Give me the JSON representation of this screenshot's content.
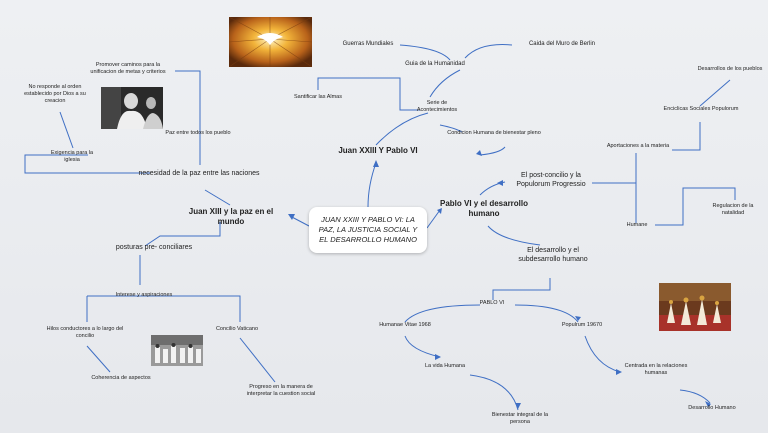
{
  "central": "JUAN XXIII Y PABLO VI: LA PAZ, LA JUSTICIA SOCIAL Y EL DESARROLLO HUMANO",
  "top_branch": {
    "title": "Juan XXIII Y Pablo VI",
    "guia": "Guia de la Humanidad",
    "guerras": "Guerras Mundiales",
    "caida": "Caida del Muro de Berlin",
    "serie": "Serie de Acontecimientos",
    "santificar": "Santificar las Almas",
    "condicion": "Condicion Humana de bienestar pleno"
  },
  "left_branch": {
    "title": "Juan XIII y la paz en el mundo",
    "necesidad": "necesidad de la paz entre las naciones",
    "paz_todos": "Paz entre todos los pueblo",
    "promover": "Promover caminos para la unificacion de metas y criterios",
    "no_responde": "No responde al orden establecido por Dios a su creacion",
    "exigencia": "Exigencia para la iglesia",
    "posturas": "posturas pre- conciliares",
    "interese": "Interese y aspiraciones",
    "hilos": "Hilos conductores a lo largo del concilio",
    "concilio": "Concilio Vaticano",
    "coherencia": "Coherencia de aspectos",
    "progreso": "Progreso en la manera de interpretar la cuestion social"
  },
  "right_branch": {
    "title": "Pablo VI y el desarrollo humano",
    "postconcilio": "El post-concilio y la Populorum Progressio",
    "aportaciones": "Aportaciones a la materia",
    "enciclicas": "Enciclicas Sociales Populorum",
    "desarrollos": "Desarrollos de los pueblos",
    "humane": "Humane",
    "regulacion": "Regulacion de la natalidad",
    "desarrollo_sub": "El desarrollo y el subdesarrollo humano",
    "pablo_vi": "PABLO VI",
    "humanae_vitae": "Humanae Vitae 1968",
    "vida_humana": "La vida Humana",
    "bienestar": "Bienestar integral de la persona",
    "populrum": "Populrum 19670",
    "centrada": "Centrada en la relaciones humanas",
    "desarrollo_humano": "Desarrollo Humano"
  },
  "colors": {
    "background": "#eceef1",
    "connector": "#3f6fc4",
    "central_box": "#ffffff"
  },
  "images": [
    "holy-spirit-stained-glass",
    "pope-john-xxiii-photo",
    "vatican-council-photo",
    "pope-paul-vi-ceremony-photo"
  ]
}
